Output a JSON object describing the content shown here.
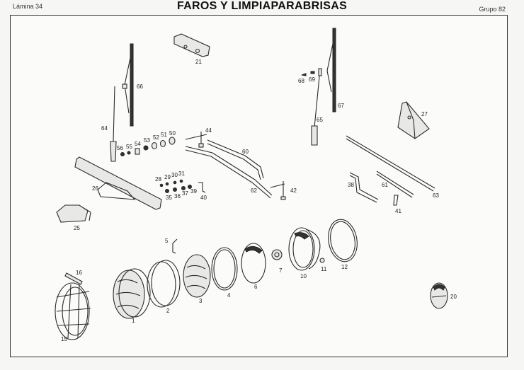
{
  "header": {
    "sheet": "Lámina 34",
    "title": "FAROS  Y LIMPIAPARABRISAS",
    "group": "Grupo 82"
  },
  "parts": {
    "p1": "1",
    "p2": "2",
    "p3": "3",
    "p4": "4",
    "p5": "5",
    "p6": "6",
    "p7": "7",
    "p10": "10",
    "p11": "11",
    "p12": "12",
    "p15": "15",
    "p16": "16",
    "p20": "20",
    "p21": "21",
    "p25": "25",
    "p26": "26",
    "p27": "27",
    "p28": "28",
    "p29": "29",
    "p30": "30",
    "p31": "31",
    "p35": "35",
    "p36": "36",
    "p37": "37",
    "p38": "38",
    "p39": "39",
    "p40": "40",
    "p41": "41",
    "p42": "42",
    "p44": "44",
    "p50": "50",
    "p51": "51",
    "p52": "52",
    "p53": "53",
    "p54": "54",
    "p55": "55",
    "p56": "56",
    "p60": "60",
    "p61": "61",
    "p62": "62",
    "p63": "63",
    "p64": "64",
    "p65": "65",
    "p66": "66",
    "p67": "67",
    "p68": "68",
    "p69": "69"
  }
}
